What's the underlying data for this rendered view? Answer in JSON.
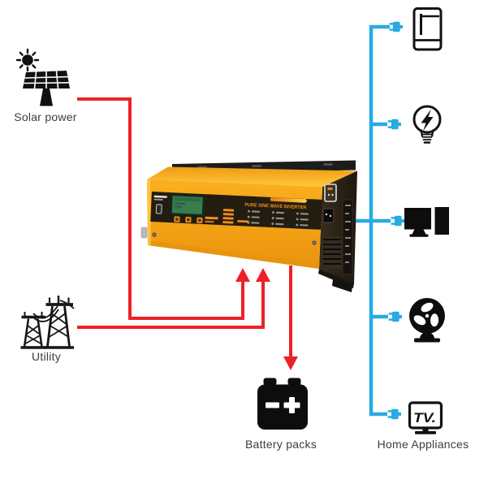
{
  "diagram_labels": {
    "solar": "Solar power",
    "utility": "Utility",
    "battery": "Battery packs",
    "home_appliances": "Home Appliances"
  },
  "inverter": {
    "panel_text": "PURE SINE WAVE INVERTER"
  },
  "tv": {
    "screen_text": "TV."
  },
  "icons": {
    "left_column": [
      "sun-icon",
      "solar-panel-icon",
      "transmission-towers-icon"
    ],
    "center": [
      "inverter-device",
      "battery-icon"
    ],
    "right_column": [
      "refrigerator-icon",
      "light-bulb-icon",
      "desktop-computer-icon",
      "fan-icon",
      "tv-icon"
    ],
    "connector": "plug-icon"
  },
  "colors": {
    "dc_line_red": "#EC2127",
    "ac_line_blue": "#29ABE2",
    "inverter_body_yellow": "#F7A81B",
    "inverter_panel_black": "#231C11",
    "lcd_green": "#3A7B50",
    "label_text": "#3C3C3C"
  }
}
